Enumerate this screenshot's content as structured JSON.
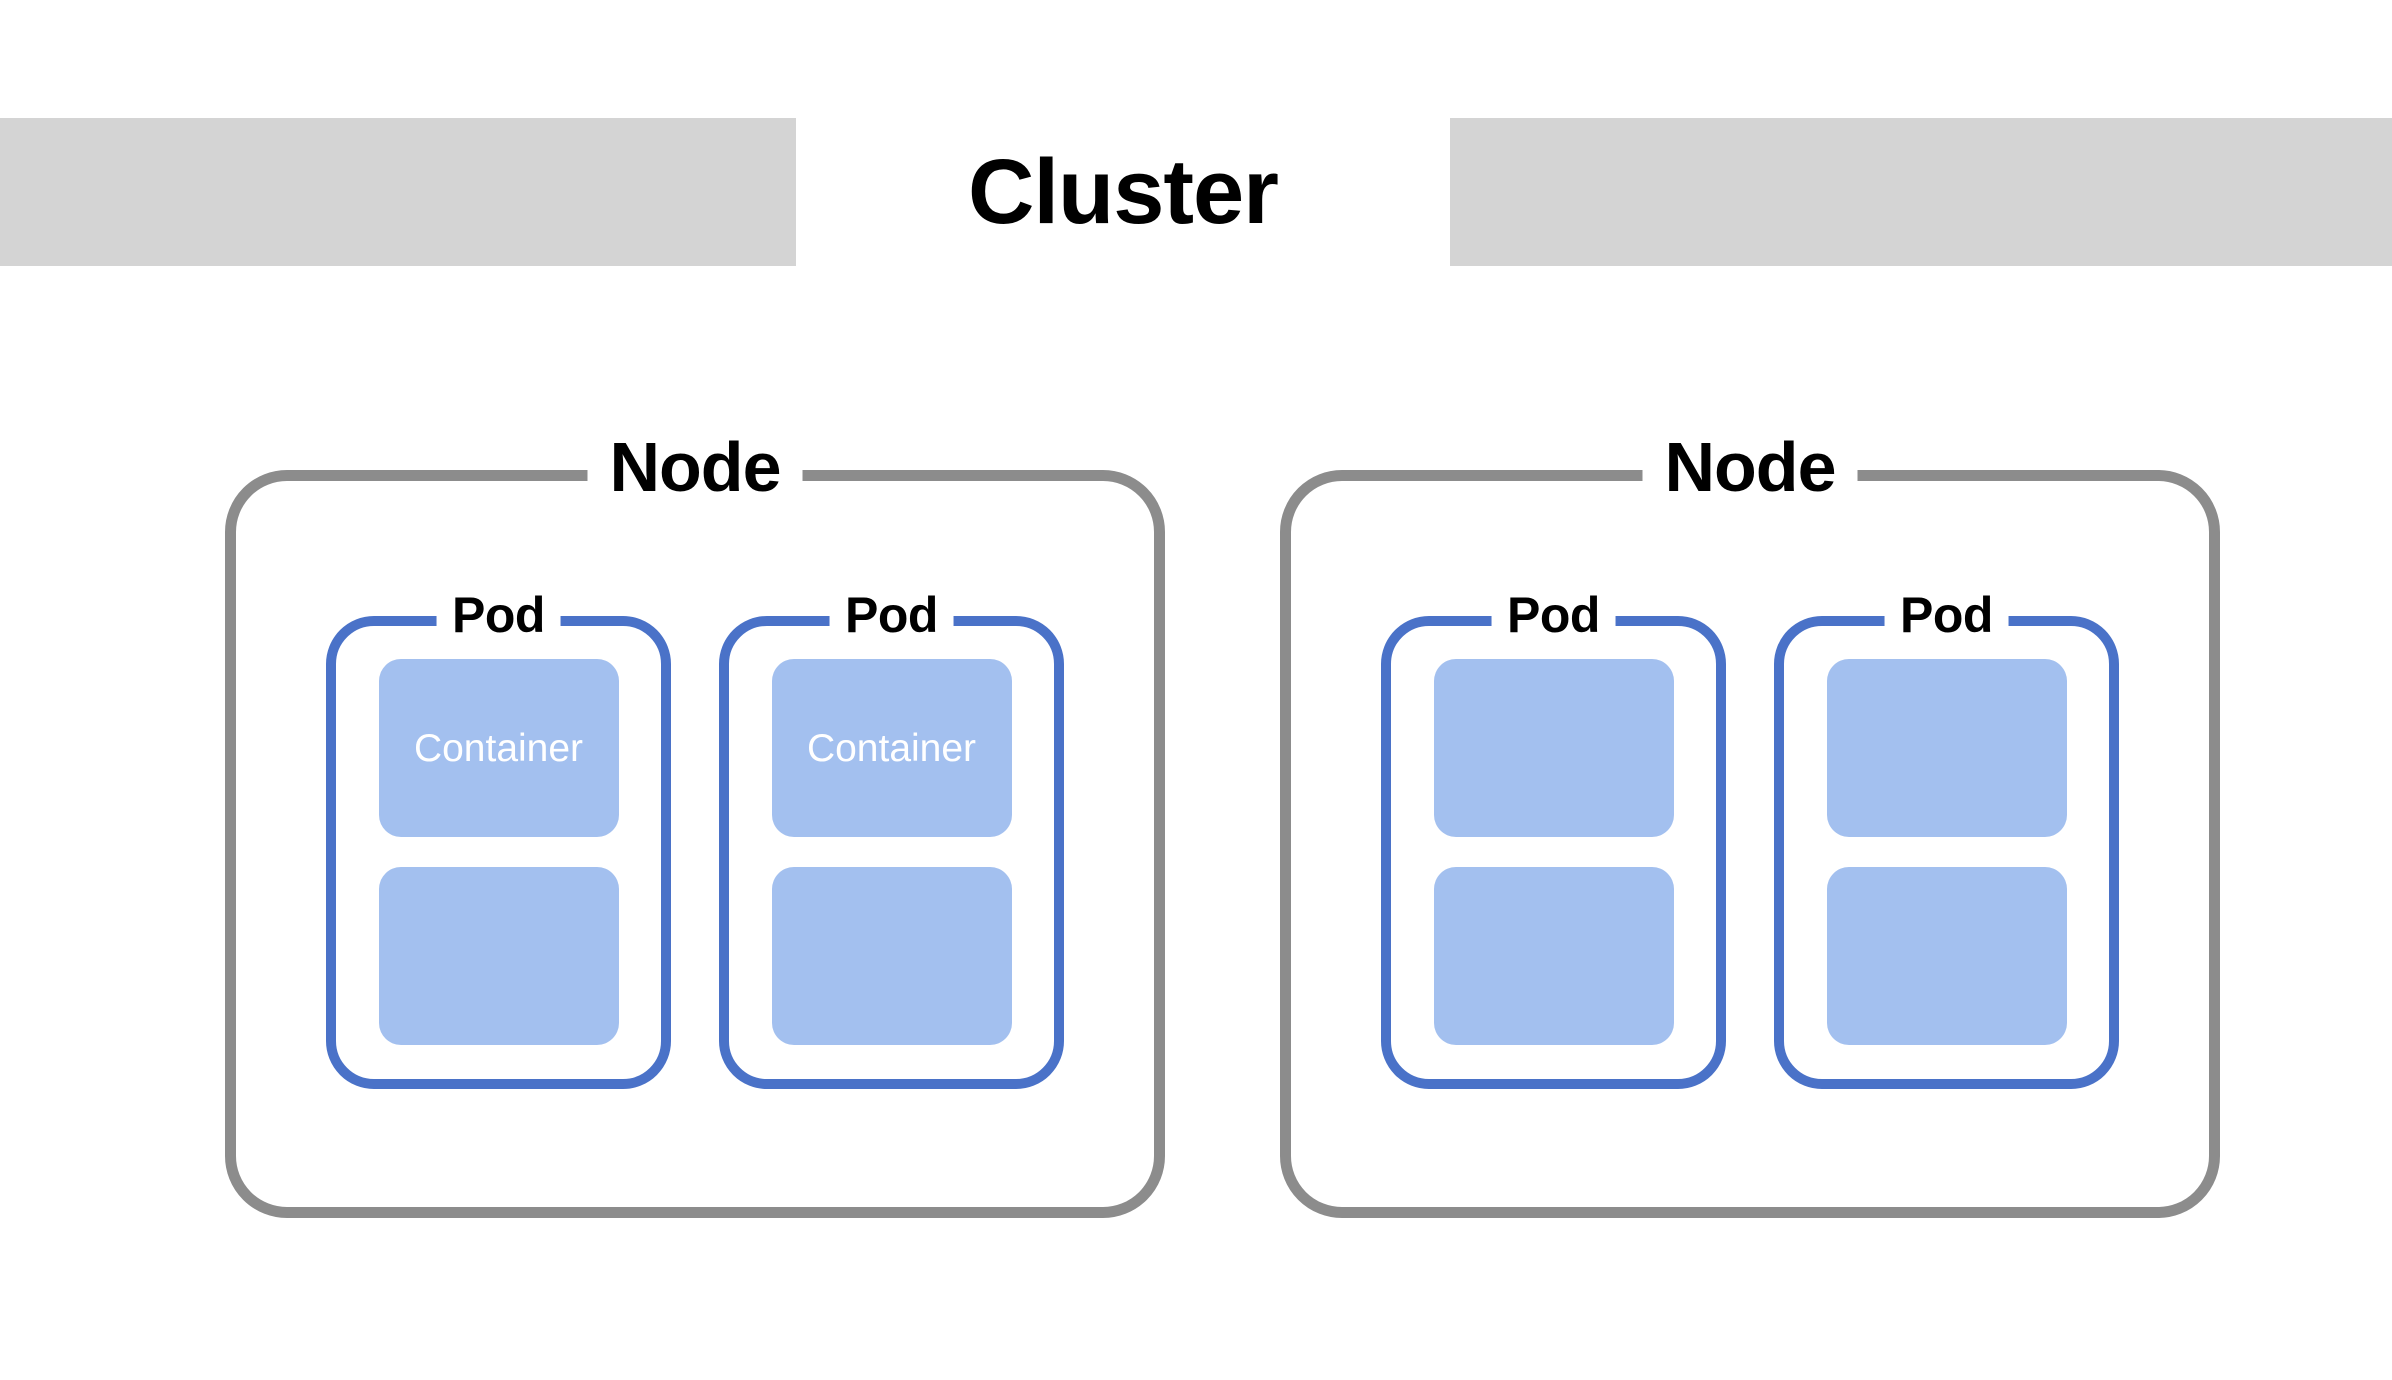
{
  "diagram": {
    "type": "kubernetes-architecture",
    "title": "Cluster",
    "colors": {
      "background": "#ffffff",
      "header_band": "#d4d4d4",
      "node_border": "#8c8c8c",
      "pod_border": "#4a72c8",
      "container_fill": "#a3c0ef",
      "container_text": "#ffffff",
      "label_text": "#000000"
    },
    "header": {
      "title": "Cluster"
    },
    "nodes": [
      {
        "label": "Node",
        "pods": [
          {
            "label": "Pod",
            "containers": [
              {
                "label": "Container"
              },
              {
                "label": ""
              }
            ]
          },
          {
            "label": "Pod",
            "containers": [
              {
                "label": "Container"
              },
              {
                "label": ""
              }
            ]
          }
        ]
      },
      {
        "label": "Node",
        "pods": [
          {
            "label": "Pod",
            "containers": [
              {
                "label": ""
              },
              {
                "label": ""
              }
            ]
          },
          {
            "label": "Pod",
            "containers": [
              {
                "label": ""
              },
              {
                "label": ""
              }
            ]
          }
        ]
      }
    ]
  }
}
